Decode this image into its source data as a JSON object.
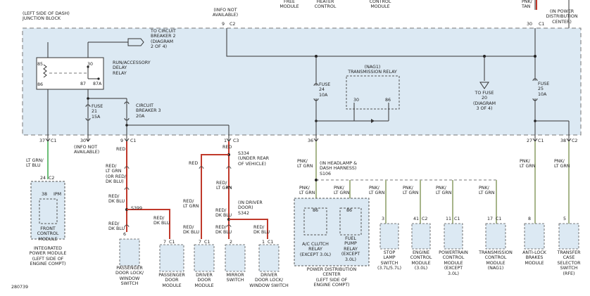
{
  "top": {
    "free_module": "FREE\nMODULE",
    "heater_control": "HEATER\nCONTROL",
    "control_module": "CONTROL\nMODULE",
    "pnk_tan": "PNK/\nTAN"
  },
  "junction_block": {
    "title": "(LEFT SIDE OF DASH)\nJUNCTION BLOCK",
    "info_not_available": "(INFO NOT\nAVAILABLE)",
    "to_circuit_breaker": "TO CIRCUIT\nBREAKER 2\n(DIAGRAM\n2 OF 4)",
    "relay_label": "RUN/ACCESSORY\nDELAY\nRELAY",
    "fuse21": "FUSE\n21\n15A",
    "circuit_breaker3": "CIRCUIT\nBREAKER 3\n20A",
    "fuse24": "FUSE\n24\n10A",
    "trans_relay": "(NAG1)\nTRANSMISSION RELAY",
    "to_fuse20": "TO FUSE\n20\n(DIAGRAM\n3 OF 4)",
    "fuse25": "FUSE\n25\n10A",
    "pdc": "(IN POWER\nDISTRIBUTION\nCENTER)"
  },
  "pins": {
    "p9c2": "9",
    "c2a": "C2",
    "p30c1": "30",
    "c1a": "C1",
    "p85": "85",
    "p86": "86",
    "p30": "30",
    "p87": "87",
    "p87a": "87A",
    "p30r": "30",
    "p86r": "86",
    "p37": "37",
    "c1b": "C1",
    "p30b": "30",
    "p9": "9",
    "c1c": "C1",
    "p1": "1",
    "c3": "C3",
    "p36": "36",
    "p27": "27",
    "c1d": "C1",
    "p38": "38",
    "c2b": "C2"
  },
  "wires": {
    "lt_grn_lt_blu": "LT GRN/\nLT BLU",
    "red1": "RED",
    "red_lt_grn_or": "RED/\nLT GRN\n(OR RED/\nDK BLU)",
    "red_dk_blu1": "RED/\nDK BLU",
    "red_dk_blu2": "RED/\nDK BLU",
    "red_dk_blu3": "RED/\nDK BLU",
    "red2": "RED",
    "red3": "RED",
    "red_lt_grn2": "RED/\nLT GRN",
    "red_lt_grn3": "RED/\nLT GRN",
    "red_dk_blu4": "RED/\nDK BLU",
    "red_dk_blu5": "RED/\nDK BLU",
    "red_dk_blu6": "RED/\nDK BLU",
    "red_dk_blu7": "RED/\nDK BLU",
    "pnk_lt_grn1": "PNK/\nLT GRN",
    "pnk_lt_grn2": "PNK/\nLT GRN",
    "pnk_lt_grn3": "PNK/\nLT GRN",
    "pnk_lt_grn4": "PNK/\nLT GRN",
    "pnk_lt_grn5": "PNK/\nLT GRN",
    "pnk_lt_grn6": "PNK/\nLT GRN",
    "pnk_lt_grn7": "PNK/\nLT GRN",
    "pnk_lt_grn8": "PNK/\nLT GRN",
    "pnk_lt_grn9": "PNK/\nLT GRN",
    "pnk_lt_grn10": "PNK/\nLT GRN"
  },
  "splices": {
    "info_na2": "(INFO NOT\nAVAILABLE)",
    "s334": "S334\n(UNDER REAR\nOF VEHICLE)",
    "s342": "(IN DRIVER\nDOOR)\nS342",
    "s399": "S399",
    "s106": "(IN HEADLAMP &\nDASH HARNESS)\nS106"
  },
  "modules": {
    "ipm_pins": "24  C2",
    "ipm_38": "38",
    "ipm_tag": "IPM",
    "ipm_inner": "FRONT\nCONTROL\nMODULE",
    "ipm_label": "INTEGRATED\nPOWER MODULE\n(LEFT SIDE OF\nENGINE COMPT)",
    "pdl_pin": "6",
    "pdl_label": "PASSENGER\nDOOR LOCK/\nWINDOW\nSWITCH",
    "pdm_pin": "7  C1",
    "pdm_label": "PASSENGER\nDOOR\nMODULE",
    "ddm_pin": "7  C1",
    "ddm_label": "DRIVER\nDOOR\nMODULE",
    "mir_pin": "2",
    "mir_label": "MIRROR\nSWITCH",
    "ddl_pin": "1  C1",
    "ddl_label": "DRIVER\nDOOR LOCK/\nWINDOW SWITCH",
    "acr_pin": "86",
    "acr_label": "A/C CLUTCH\nRELAY\n(EXCEPT 3.0L)",
    "fpr_pin": "86",
    "fpr_label": "FUEL\nPUMP\nRELAY\n(EXCEPT\n3.0L)",
    "pdc_label": "POWER DISTRIBUTION\nCENTER\n(LEFT SIDE OF\nENGINE COMPT)",
    "slp_pin": "3",
    "slp_label": "STOP\nLAMP\nSWITCH\n(3.7L/5.7L)",
    "ecm_pin": "41  C2",
    "ecm_label": "ENGINE\nCONTROL\nMODULE\n(3.0L)",
    "pcm_pin": "11  C1",
    "pcm_label": "POWERTRAIN\nCONTROL\nMODULE\n(EXCEPT\n3.0L)",
    "tcm_pin": "17  C1",
    "tcm_label": "TRANSMISSION\nCONTROL\nMODULE\n(NAG1)",
    "abs_pin": "8",
    "abs_label": "ANTI-LOCK\nBRAKES\nMODULE",
    "tcs_pin": "5",
    "tcs_label": "TRANSFER\nCASE\nSELECTOR\nSWITCH\n(RFE)"
  },
  "footer": {
    "code": "280739"
  }
}
